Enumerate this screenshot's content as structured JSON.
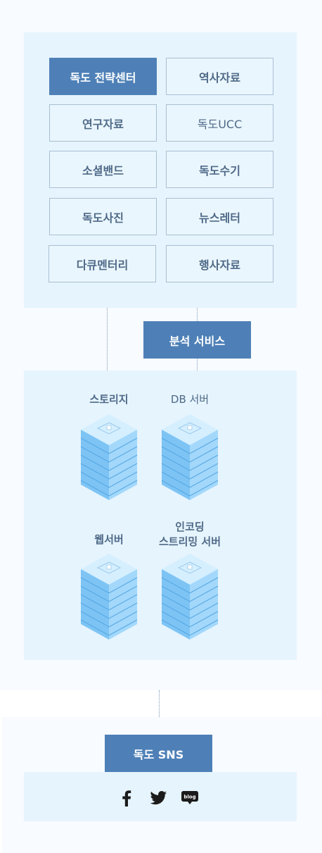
{
  "categories": [
    {
      "label": "독도 전략센터",
      "active": true
    },
    {
      "label": "역사자료",
      "active": false
    },
    {
      "label": "연구자료",
      "active": false
    },
    {
      "label": "독도UCC",
      "active": false
    },
    {
      "label": "소셜밴드",
      "active": false
    },
    {
      "label": "독도수기",
      "active": false
    },
    {
      "label": "독도사진",
      "active": false
    },
    {
      "label": "뉴스레터",
      "active": false
    },
    {
      "label": "다큐멘터리",
      "active": false
    },
    {
      "label": "행사자료",
      "active": false
    }
  ],
  "analysis_service": {
    "label": "분석 서비스"
  },
  "servers": [
    {
      "label": "스토리지",
      "icon": "storage-server-icon"
    },
    {
      "label": "DB 서버",
      "icon": "db-server-icon"
    },
    {
      "label": "웹서버",
      "icon": "web-server-icon"
    },
    {
      "label": "인코딩\n스트리밍 서버",
      "icon": "streaming-server-icon"
    }
  ],
  "sns": {
    "label": "독도 SNS",
    "icons": [
      "facebook-icon",
      "twitter-icon",
      "blog-icon"
    ],
    "blog_text": "blog"
  },
  "colors": {
    "accent": "#4e80b7",
    "panel_bg": "#e6f4fd",
    "button_border": "#a9bfd3",
    "label_text": "#4f6a88"
  }
}
